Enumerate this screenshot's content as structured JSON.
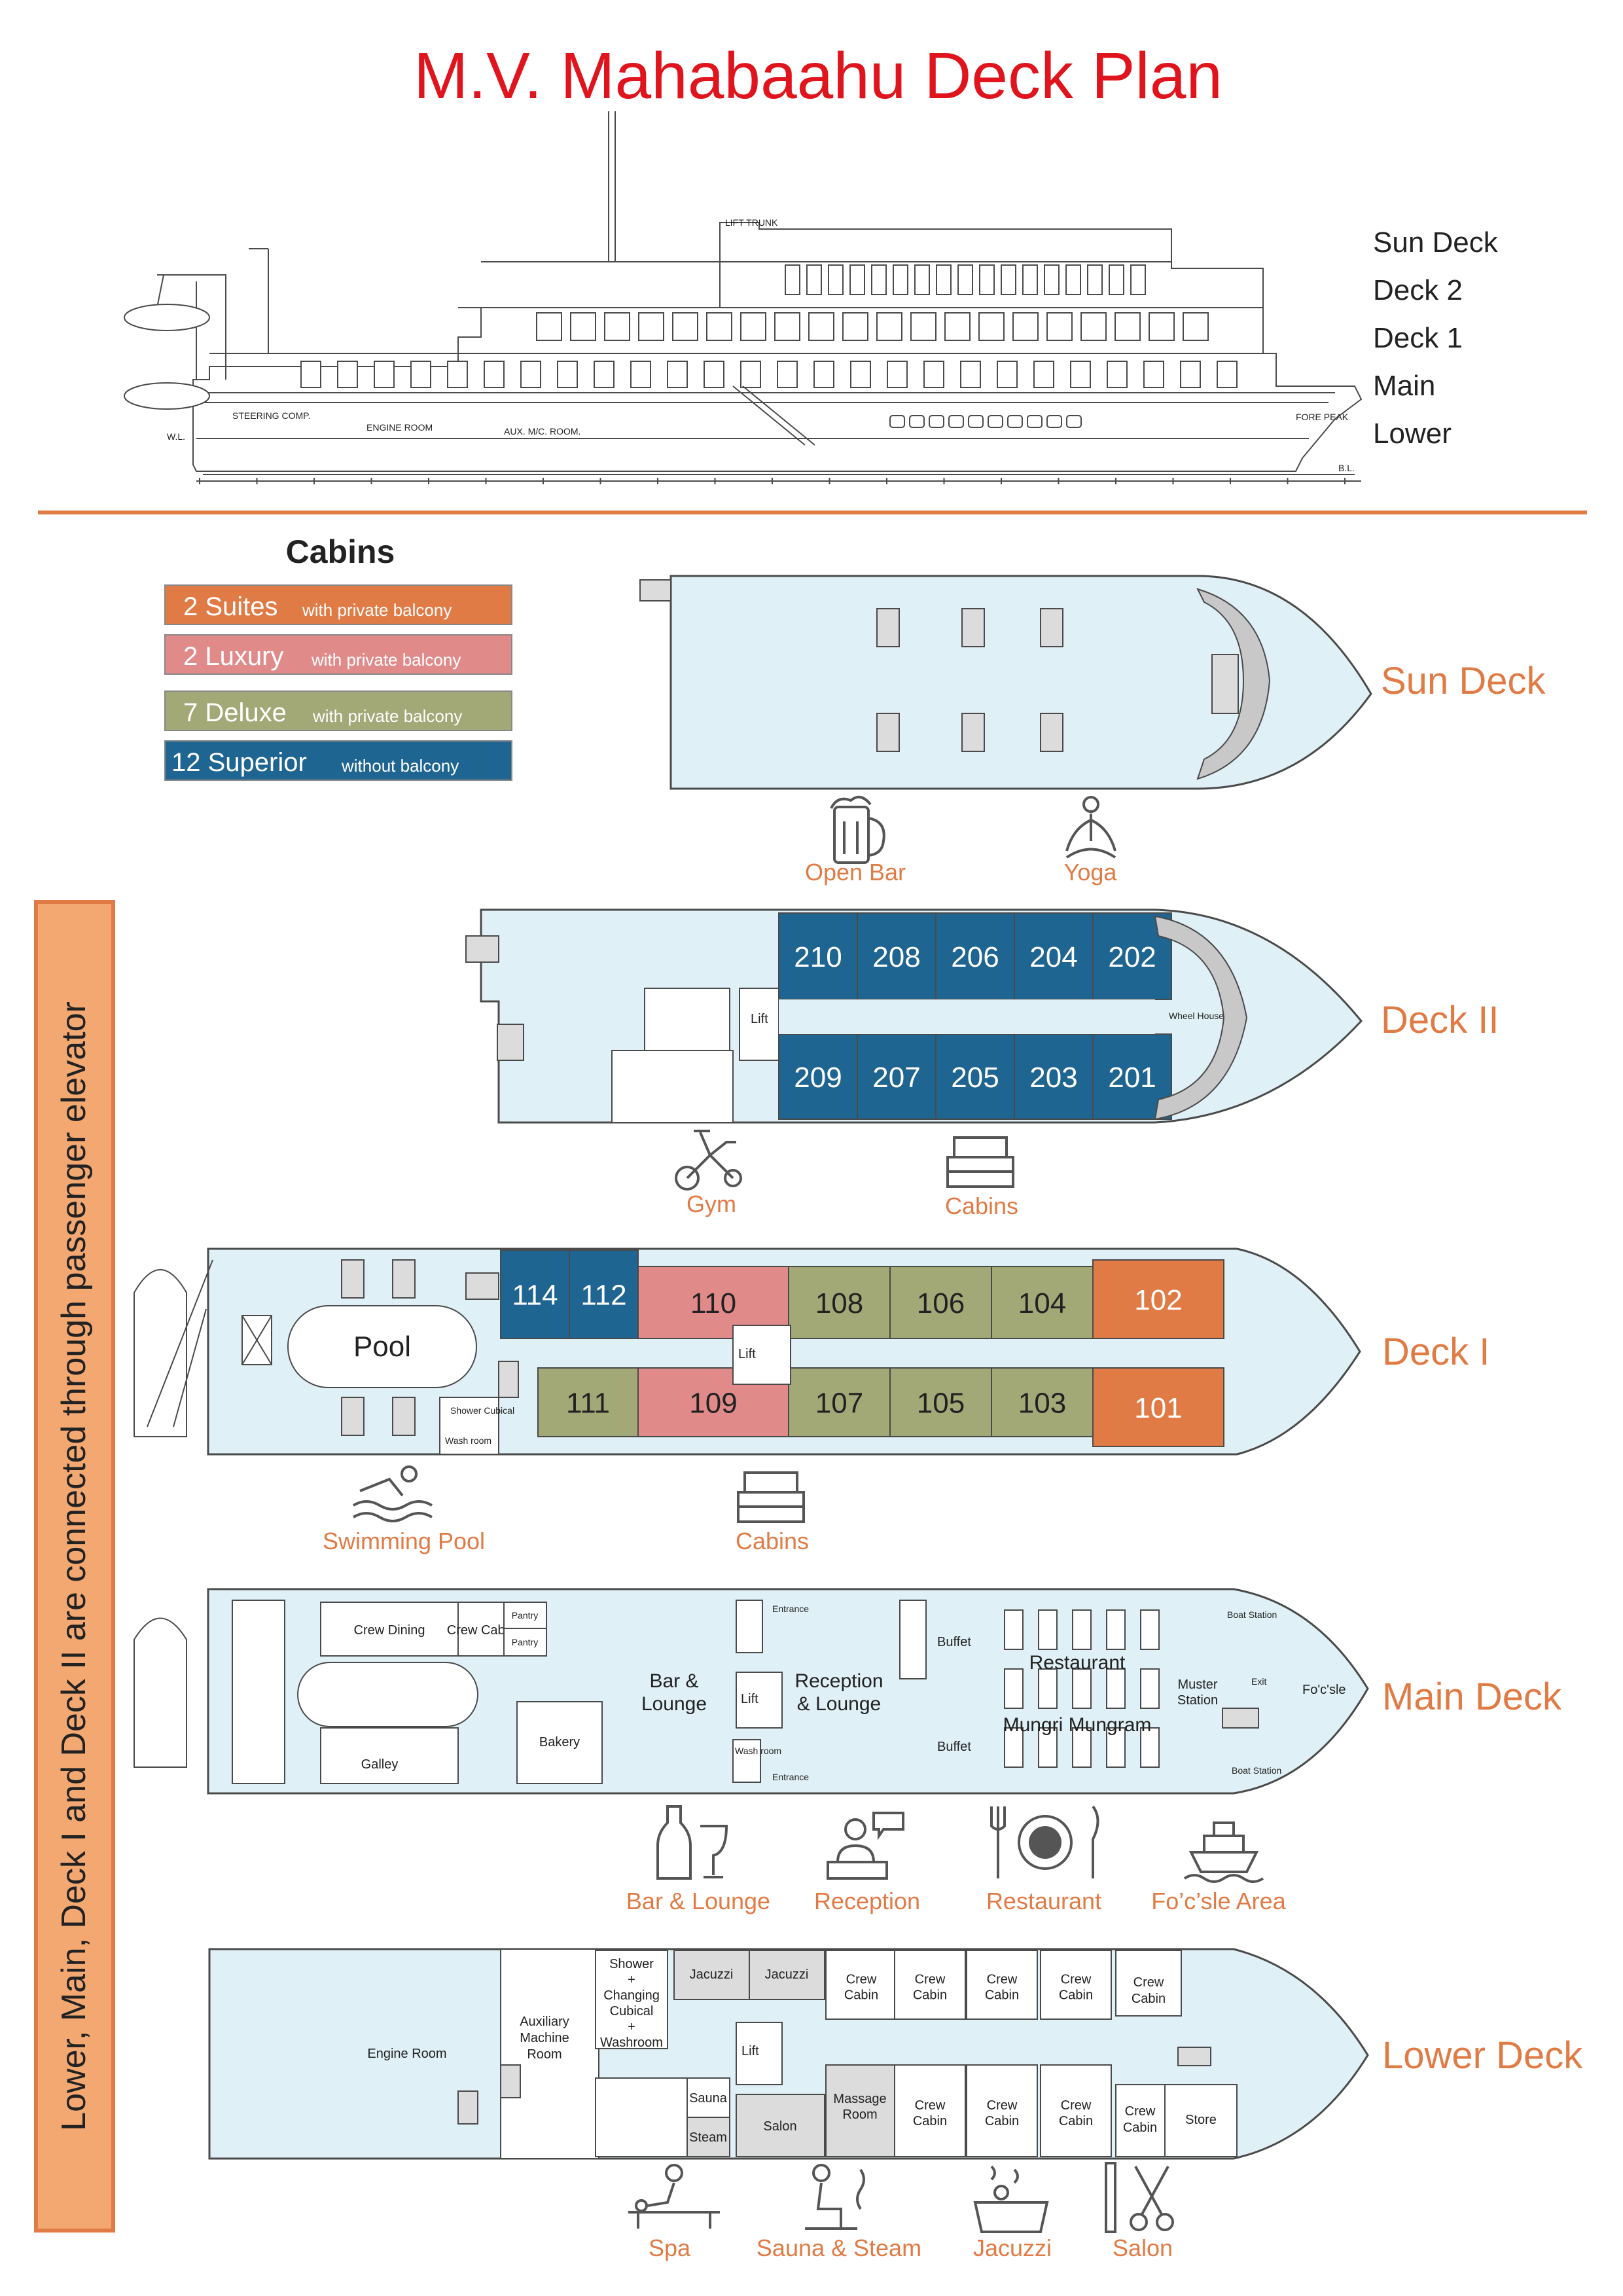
{
  "title": "M.V. Mahabaahu Deck Plan",
  "colors": {
    "suite": "#e07b45",
    "luxury": "#e08a8a",
    "deluxe": "#a3a877",
    "superior": "#1f6591",
    "deck_fill": "#dff0f6",
    "accent": "#e07b45",
    "title": "#e0141c"
  },
  "profile_levels": [
    "Sun Deck",
    "Deck 2",
    "Deck 1",
    "Main",
    "Lower"
  ],
  "profile_text": {
    "steering": "STEERING COMP.",
    "engine": "ENGINE ROOM",
    "aux": "AUX. M/C. ROOM.",
    "fore_peak": "FORE PEAK",
    "lift_trunk": "LIFT TRUNK",
    "wl": "W.L.",
    "bl": "B.L."
  },
  "legend": {
    "heading": "Cabins",
    "items": [
      {
        "main": "2 Suites",
        "sub": "with private balcony",
        "color": "#e07b45"
      },
      {
        "main": "2 Luxury",
        "sub": "with private balcony",
        "color": "#e08a8a"
      },
      {
        "main": "7 Deluxe",
        "sub": "with private balcony",
        "color": "#a3a877"
      },
      {
        "main": "12 Superior",
        "sub": "without balcony",
        "color": "#1f6591"
      }
    ]
  },
  "side_note": "Lower, Main, Deck I and Deck II are connected through passenger elevator",
  "decks": {
    "sun": {
      "label": "Sun Deck",
      "icons": [
        "Open Bar",
        "Yoga"
      ]
    },
    "deck2": {
      "label": "Deck II",
      "top_cabins": [
        "210",
        "208",
        "206",
        "204",
        "202"
      ],
      "bottom_cabins": [
        "209",
        "207",
        "205",
        "203",
        "201"
      ],
      "lift": "Lift",
      "wheel_house": "Wheel House",
      "icons": [
        "Gym",
        "Cabins"
      ]
    },
    "deck1": {
      "label": "Deck I",
      "pool": "Pool",
      "shower": "Shower Cubical",
      "wash": "Wash room",
      "lift": "Lift",
      "top_superior": [
        "114",
        "112"
      ],
      "top_luxury": "110",
      "top_deluxe": [
        "108",
        "106",
        "104"
      ],
      "top_suite": "102",
      "bottom_deluxe_aft": "111",
      "bottom_luxury": "109",
      "bottom_deluxe": [
        "107",
        "105",
        "103"
      ],
      "bottom_suite": "101",
      "icons": [
        "Swimming Pool",
        "Cabins"
      ]
    },
    "main": {
      "label": "Main Deck",
      "crew_dining": "Crew Dining",
      "crew_cabin": "Crew Cabin",
      "pantry": "Pantry",
      "galley": "Galley",
      "bakery": "Bakery",
      "bar": "Bar & Lounge",
      "lift": "Lift",
      "reception": "Reception & Lounge",
      "entrance": "Entrance",
      "wash": "Wash room",
      "buffet": "Buffet",
      "restaurant": "Restaurant",
      "mungri": "Mungri Mungram",
      "muster": "Muster Station",
      "exit": "Exit",
      "boat_station": "Boat Station",
      "focsle": "Fo'c'sle",
      "icons": [
        "Bar & Lounge",
        "Reception",
        "Restaurant",
        "Fo’c’sle Area"
      ]
    },
    "lower": {
      "label": "Lower Deck",
      "engine": "Engine Room",
      "aux": "Auxiliary Machine Room",
      "shower": "Shower + Changing Cubical + Washroom",
      "jacuzzi": "Jacuzzi",
      "sauna": "Sauna",
      "steam": "Steam",
      "salon": "Salon",
      "lift": "Lift",
      "crew_cabin": "Crew Cabin",
      "massage": "Massage Room",
      "store": "Store",
      "icons": [
        "Spa",
        "Sauna & Steam",
        "Jacuzzi",
        "Salon"
      ]
    }
  }
}
